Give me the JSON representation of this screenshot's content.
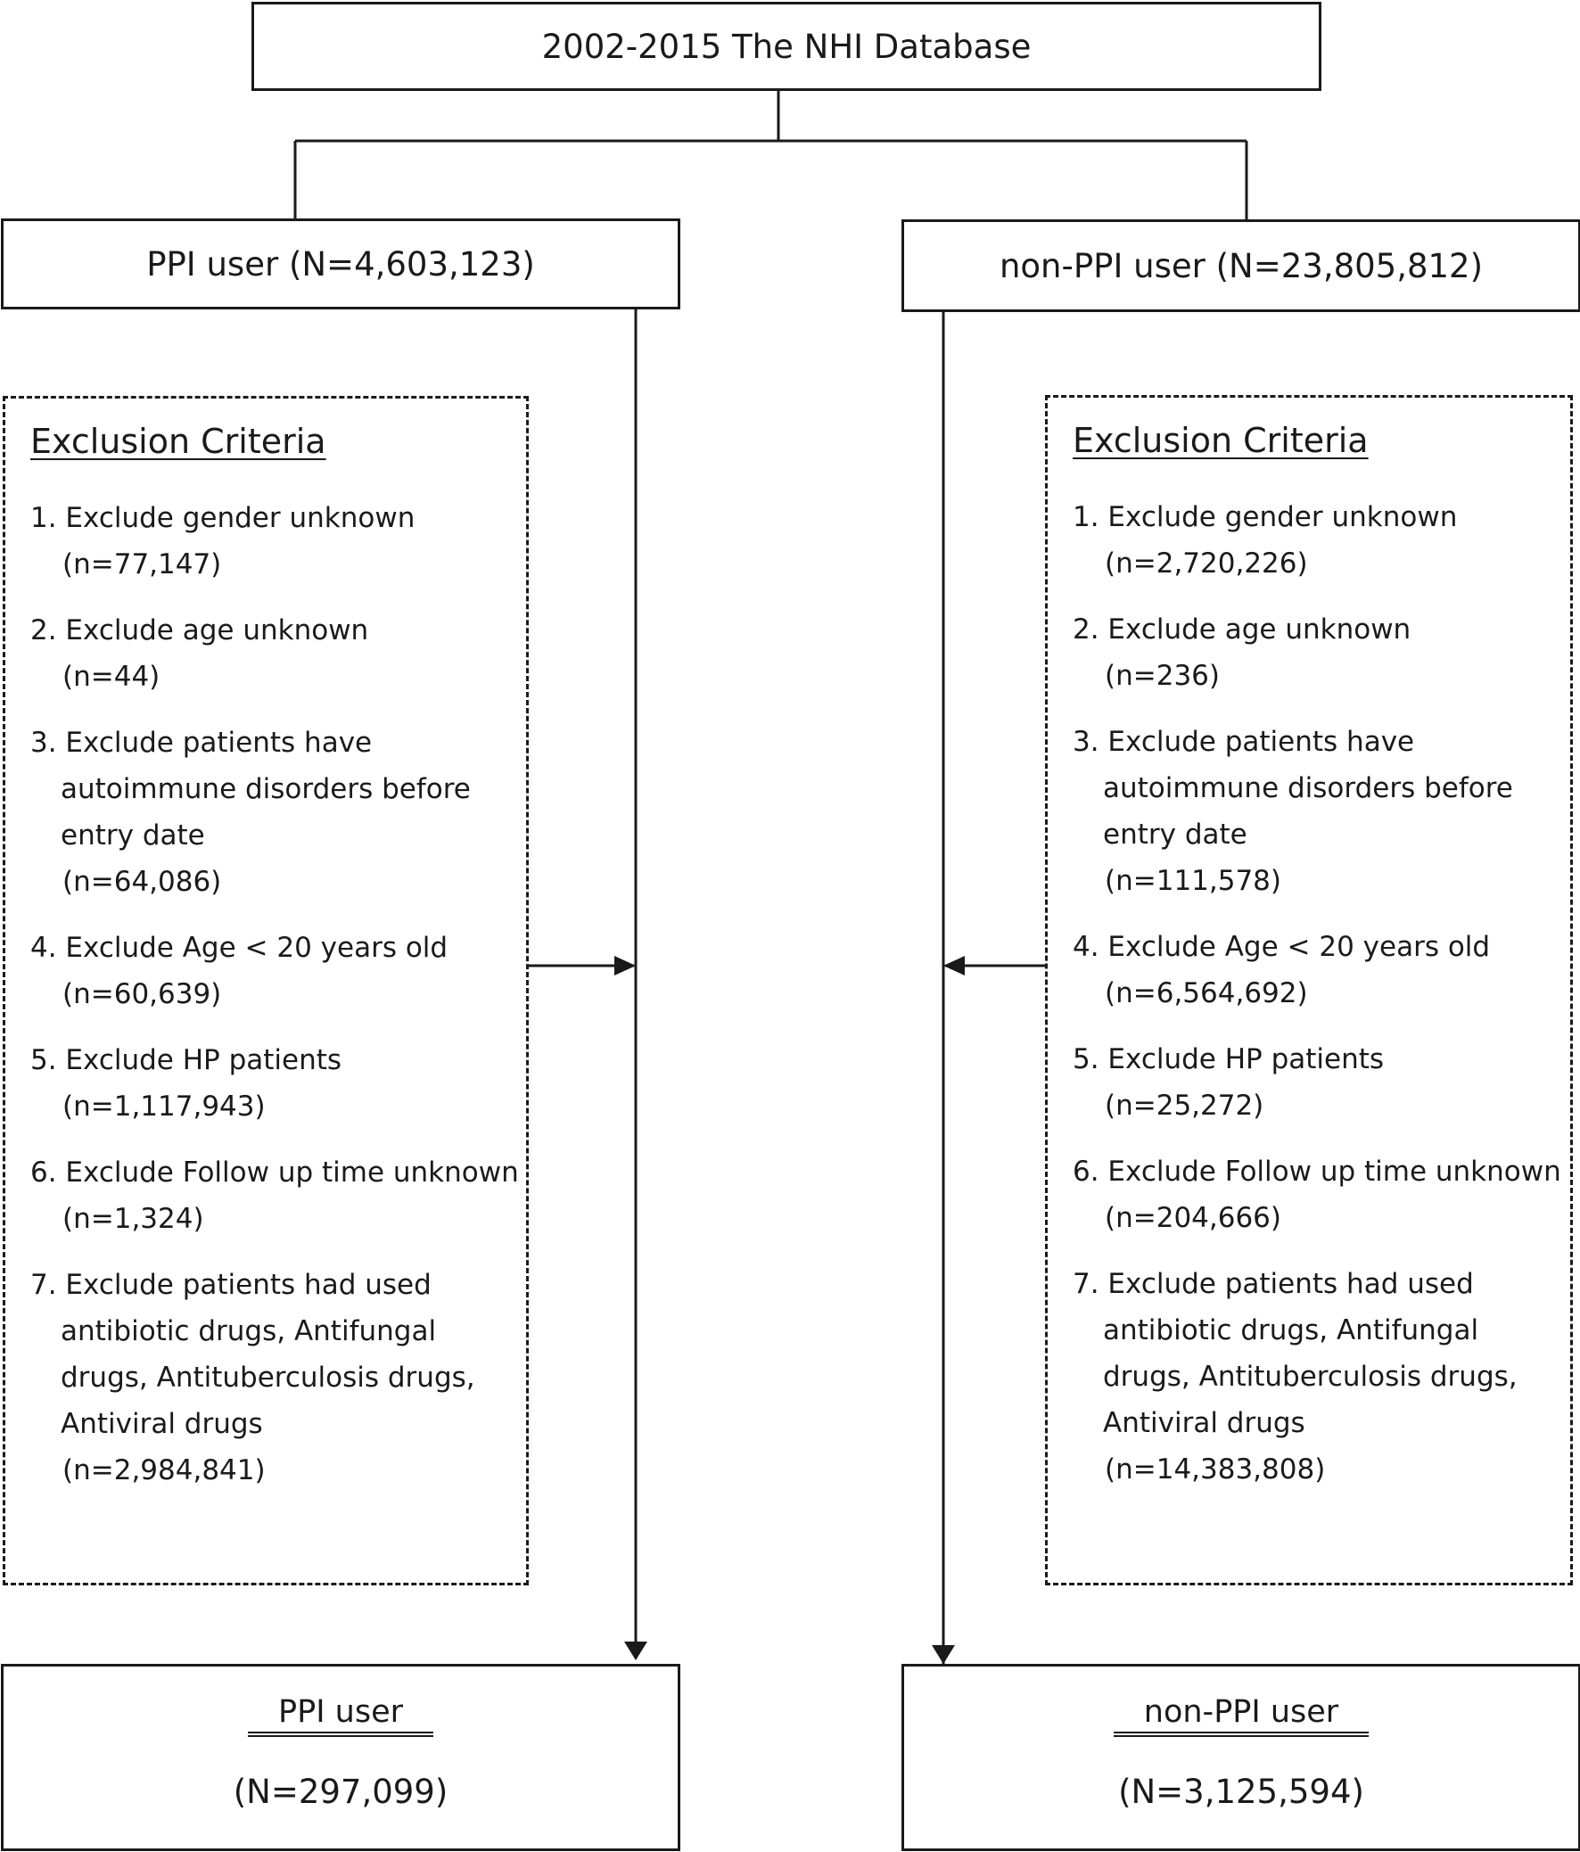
{
  "database": {
    "title": "2002-2015 The NHI Database"
  },
  "groups": {
    "ppi": {
      "label": "PPI user (N=4,603,123)"
    },
    "non_ppi": {
      "label": "non-PPI user (N=23,805,812)"
    }
  },
  "exclusion_left": {
    "title": "Exclusion Criteria",
    "items": [
      {
        "text": "1. Exclude gender unknown",
        "count": "(n=77,147)"
      },
      {
        "text": "2. Exclude age unknown",
        "count": "(n=44)"
      },
      {
        "text": "3. Exclude patients have autoimmune disorders before entry date",
        "count": "(n=64,086)"
      },
      {
        "text": "4. Exclude Age < 20 years old",
        "count": "(n=60,639)"
      },
      {
        "text": "5. Exclude HP patients",
        "count": "(n=1,117,943)"
      },
      {
        "text": "6. Exclude Follow up time unknown",
        "count": "(n=1,324)"
      },
      {
        "text": "7. Exclude patients had used antibiotic drugs, Antifungal drugs, Antituberculosis drugs, Antiviral drugs",
        "count": "(n=2,984,841)"
      }
    ]
  },
  "exclusion_right": {
    "title": "Exclusion Criteria",
    "items": [
      {
        "text": "1. Exclude gender unknown",
        "count": "(n=2,720,226)"
      },
      {
        "text": "2. Exclude age unknown",
        "count": "(n=236)"
      },
      {
        "text": "3. Exclude patients have autoimmune disorders before entry date",
        "count": "(n=111,578)"
      },
      {
        "text": "4. Exclude Age < 20 years old",
        "count": "(n=6,564,692)"
      },
      {
        "text": "5. Exclude HP patients",
        "count": "(n=25,272)"
      },
      {
        "text": "6. Exclude Follow up time unknown",
        "count": "(n=204,666)"
      },
      {
        "text": "7. Exclude patients had used antibiotic drugs, Antifungal drugs, Antituberculosis drugs, Antiviral drugs",
        "count": "(n=14,383,808)"
      }
    ]
  },
  "final": {
    "ppi": {
      "label": "PPI user",
      "n": "(N=297,099)"
    },
    "non_ppi": {
      "label": "non-PPI user",
      "n": "(N=3,125,594)"
    }
  }
}
